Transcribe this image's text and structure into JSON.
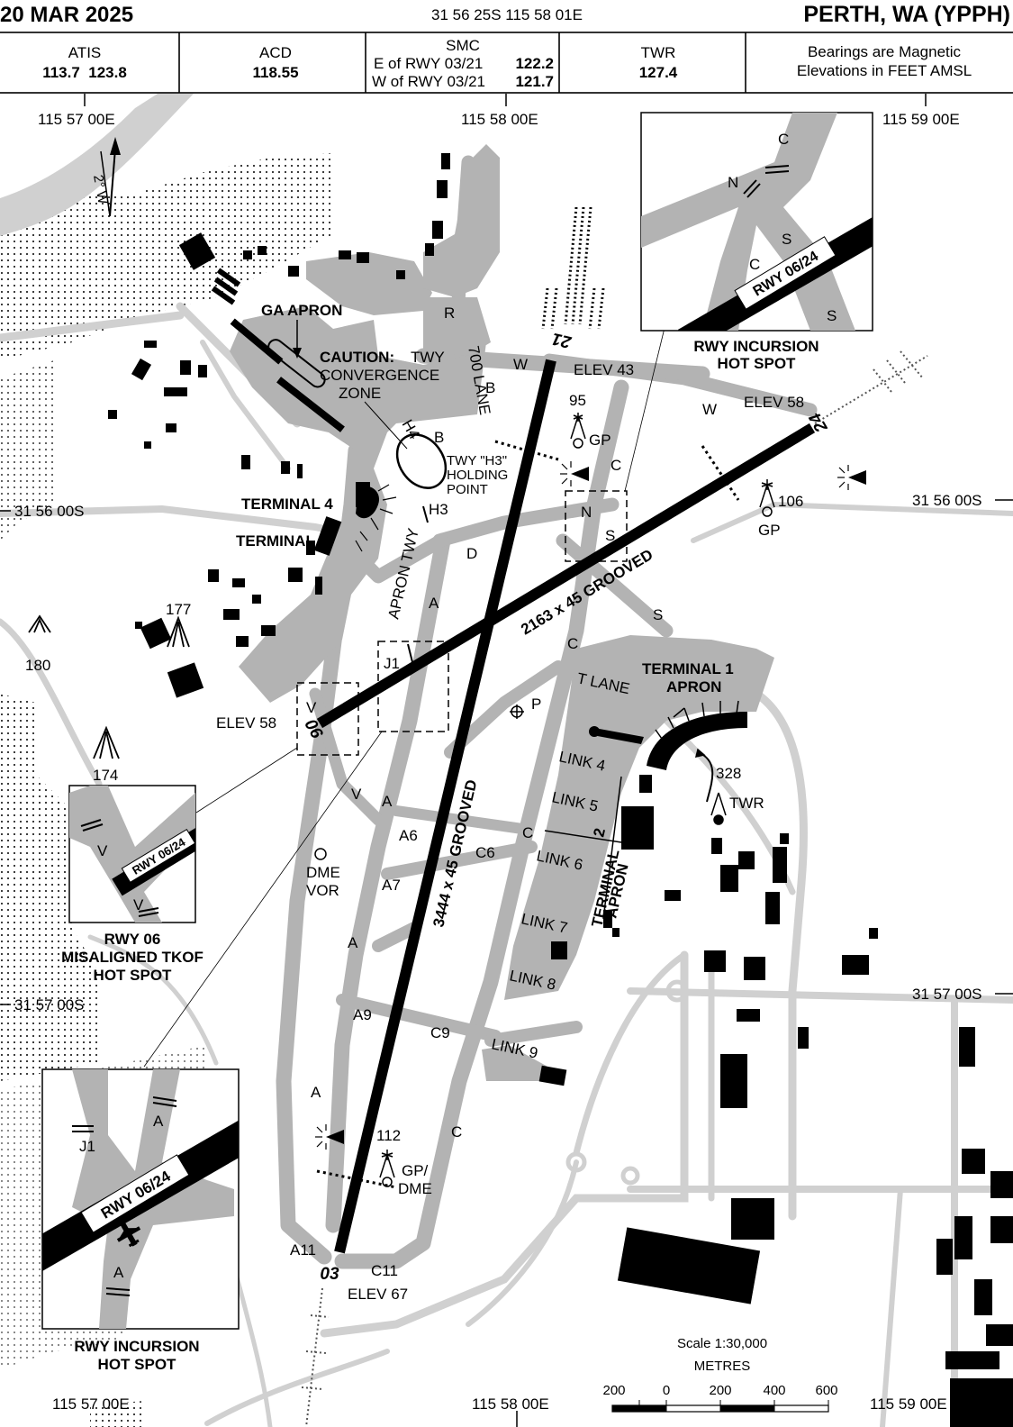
{
  "header": {
    "date": "20 MAR 2025",
    "coordinates": "31 56 25S 115 58 01E",
    "airport": "PERTH, WA (YPPH)"
  },
  "frequencies": {
    "atis_label": "ATIS",
    "atis_values": "113.7  123.8",
    "acd_label": "ACD",
    "acd_value": "118.55",
    "smc_label": "SMC",
    "smc_line1_text": "E of RWY 03/21",
    "smc_line1_freq": "122.2",
    "smc_line2_text": "W of RWY 03/21",
    "smc_line2_freq": "121.7",
    "twr_label": "TWR",
    "twr_value": "127.4",
    "note_line1": "Bearings are Magnetic",
    "note_line2": "Elevations in FEET AMSL"
  },
  "grid": {
    "top_lon_1": "115 57 00E",
    "top_lon_2": "115 58 00E",
    "top_lon_3": "115 59 00E",
    "bottom_lon_1": "115 57 00E",
    "bottom_lon_2": "115 58 00E",
    "bottom_lon_3": "115 59 00E",
    "lat_left_1": "31 56 00S",
    "lat_left_2": "31 57 00S",
    "lat_right_1": "31 56 00S",
    "lat_right_2": "31 57 00S"
  },
  "north": {
    "variation": "2° W"
  },
  "runways": {
    "rwy_0321_label": "3444 x 45 GROOVED",
    "rwy_0624_label": "2163 x 45 GROOVED",
    "end_03": "03",
    "end_21": "21",
    "end_06": "06",
    "end_24": "24",
    "elev_03": "ELEV 67",
    "elev_21": "ELEV 43",
    "elev_06": "ELEV 58",
    "elev_24": "ELEV 58"
  },
  "areas": {
    "ga_apron": "GA APRON",
    "caution_bold": "CAUTION:",
    "caution_1": "TWY",
    "caution_2": "CONVERGENCE",
    "caution_3": "ZONE",
    "terminal_4": "TERMINAL 4",
    "terminal_3": "TERMINAL 3",
    "terminal_1_1": "TERMINAL 1",
    "terminal_1_2": "APRON",
    "terminal_apron_1": "TERMINAL",
    "terminal_apron_2": "APRON",
    "apron_twy": "APRON TWY",
    "lane_700": "700 LANE",
    "t_lane": "T LANE",
    "h3_hold_1": "TWY \"H3\"",
    "h3_hold_2": "HOLDING",
    "h3_hold_3": "POINT"
  },
  "taxiways": {
    "r": "R",
    "w1": "W",
    "w2": "W",
    "b1": "B",
    "b2": "B",
    "h4": "H4",
    "h3": "H3",
    "d": "D",
    "a1": "A",
    "j1": "J1",
    "v1": "V",
    "v2": "V",
    "a2": "A",
    "a6": "A6",
    "a7": "A7",
    "c6": "C6",
    "a3": "A",
    "a9": "A9",
    "c9": "C9",
    "a4": "A",
    "a11": "A11",
    "c11": "C11",
    "c1": "C",
    "c2": "C",
    "c3": "C",
    "c4": "C",
    "n": "N",
    "s1": "S",
    "s2": "S",
    "p": "P",
    "link4": "LINK 4",
    "link5": "LINK 5",
    "link6": "LINK 6",
    "link7": "LINK 7",
    "link8": "LINK 8",
    "link9": "LINK 9",
    "two": "2"
  },
  "navaids": {
    "gp_north_elev": "95",
    "gp_north": "GP",
    "gp_east_elev": "106",
    "gp_east": "GP",
    "gp_south_elev": "112",
    "gp_south_1": "GP/",
    "gp_south_2": "DME",
    "dme_vor_1": "DME",
    "dme_vor_2": "VOR",
    "twr_elev": "328",
    "twr": "TWR",
    "obst_177": "177",
    "obst_180": "180",
    "obst_174": "174"
  },
  "hotspots": {
    "ne_title_1": "RWY INCURSION",
    "ne_title_2": "HOT SPOT",
    "ne_rwy": "RWY 06/24",
    "ne_c1": "C",
    "ne_n": "N",
    "ne_s1": "S",
    "ne_c2": "C",
    "ne_s2": "S",
    "mid_title_1": "RWY 06",
    "mid_title_2": "MISALIGNED TKOF",
    "mid_title_3": "HOT SPOT",
    "mid_rwy": "RWY 06/24",
    "mid_v1": "V",
    "mid_v2": "V",
    "sw_title_1": "RWY INCURSION",
    "sw_title_2": "HOT SPOT",
    "sw_rwy": "RWY 06/24",
    "sw_j1": "J1",
    "sw_a1": "A",
    "sw_a2": "A"
  },
  "scale": {
    "title": "Scale 1:30,000",
    "units": "METRES",
    "t_200l": "200",
    "t_0": "0",
    "t_200": "200",
    "t_400": "400",
    "t_600": "600"
  }
}
